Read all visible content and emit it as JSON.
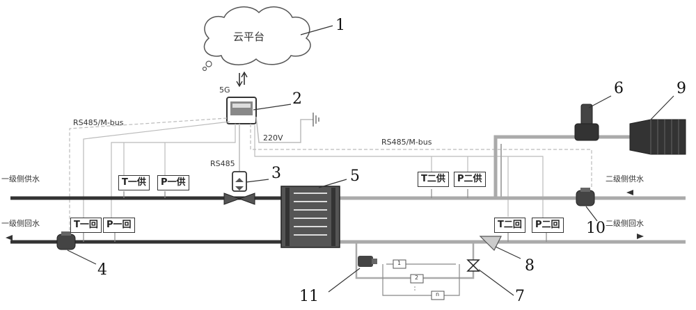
{
  "cloud": {
    "label": "云平台",
    "number": "1"
  },
  "gateway": {
    "label_5g": "5G",
    "number": "2",
    "power": "220V"
  },
  "bus_labels": {
    "left": "RS485/M-bus",
    "right": "RS485/M-bus",
    "rs485": "RS485"
  },
  "side_labels": {
    "primary_supply": "一级侧供水",
    "primary_return": "一级侧回水",
    "secondary_supply": "二级侧供水",
    "secondary_return": "二级侧回水"
  },
  "sensors": {
    "t_primary_supply": "T一供",
    "p_primary_supply": "P一供",
    "t_primary_return": "T一回",
    "p_primary_return": "P一回",
    "t_secondary_supply": "T二供",
    "p_secondary_supply": "P二供",
    "t_secondary_return": "T二回",
    "p_secondary_return": "P二回"
  },
  "numbers": {
    "n3": "3",
    "n4": "4",
    "n5": "5",
    "n6": "6",
    "n7": "7",
    "n8": "8",
    "n9": "9",
    "n10": "10",
    "n11": "11"
  },
  "bypass": {
    "box1": "1",
    "box2": "2",
    "box3": "n"
  },
  "colors": {
    "primary_pipe": "#333333",
    "secondary_pipe": "#aaaaaa",
    "bus_line": "#bbbbbb"
  }
}
